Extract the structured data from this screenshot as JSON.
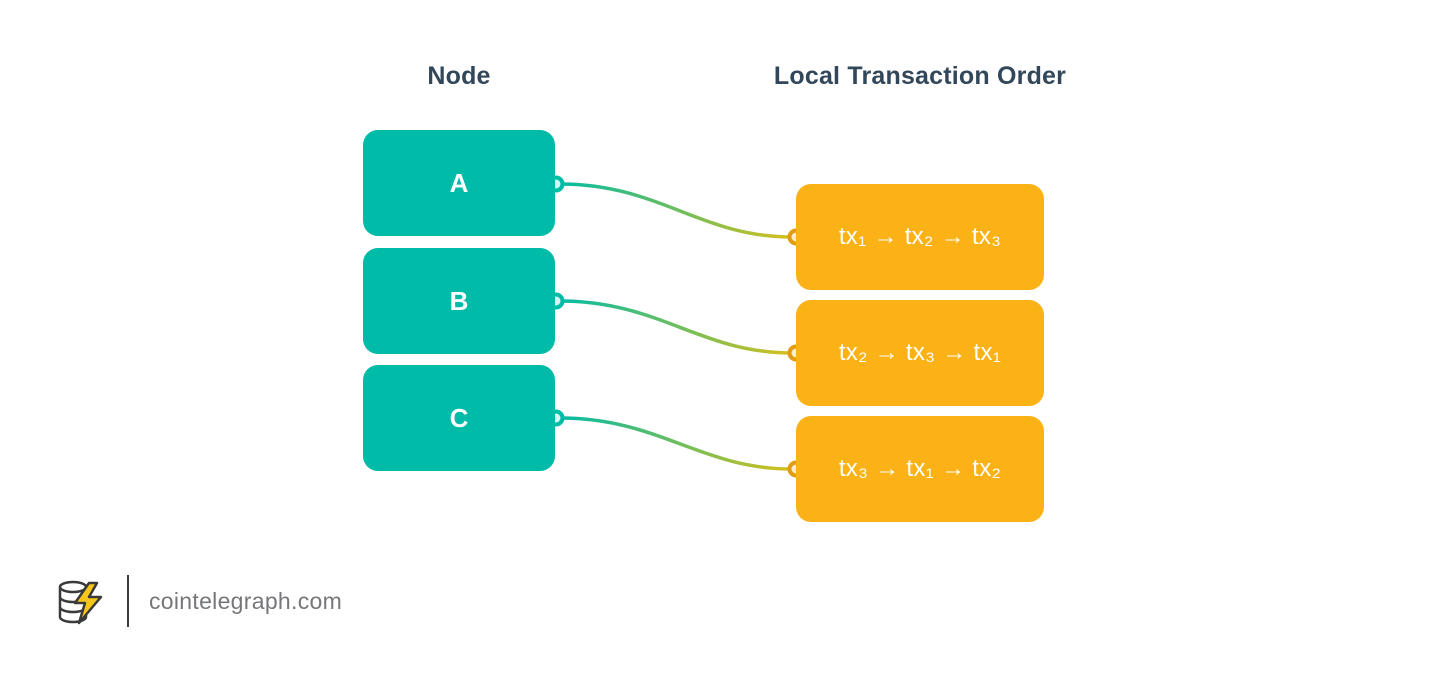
{
  "diagram": {
    "headers": {
      "left": "Node",
      "right": "Local Transaction Order"
    },
    "nodes": [
      {
        "label": "A"
      },
      {
        "label": "B"
      },
      {
        "label": "C"
      }
    ],
    "orders": [
      {
        "text": "tx₁ → tx₂ → tx₃"
      },
      {
        "text": "tx₂ → tx₃ → tx₁"
      },
      {
        "text": "tx₃ → tx₁ → tx₂"
      }
    ]
  },
  "footer": {
    "brand": "cointelegraph.com"
  },
  "colors": {
    "teal": "#00BBA7",
    "amber": "#FBB217",
    "amber-dark": "#E39B12",
    "yellow": "#D9C019",
    "header-text": "#32475A",
    "footer-text": "#76777A"
  }
}
